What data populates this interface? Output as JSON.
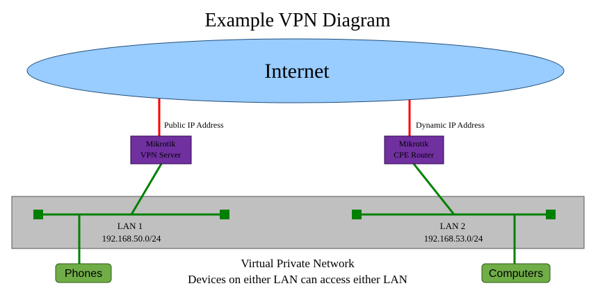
{
  "title": "Example VPN Diagram",
  "internet": {
    "label": "Internet",
    "fill": "#99ccff"
  },
  "links": {
    "public": {
      "label": "Public IP Address"
    },
    "dynamic": {
      "label": "Dynamic IP Address"
    },
    "wan_color": "#ff0000",
    "lan_color": "#008000"
  },
  "routers": {
    "server": {
      "line1": "Mikrotik",
      "line2": "VPN Server"
    },
    "cpe": {
      "line1": "Mikrotik",
      "line2": "CPE Router"
    },
    "fill": "#7030a0"
  },
  "vpn_box": {
    "fill": "#c0c0c0",
    "line1": "Virtual Private Network",
    "line2": "Devices on either LAN can access either LAN"
  },
  "lans": [
    {
      "name": "LAN 1",
      "subnet": "192.168.50.0/24"
    },
    {
      "name": "LAN 2",
      "subnet": "192.168.53.0/24"
    }
  ],
  "devices": {
    "phones": "Phones",
    "computers": "Computers",
    "fill": "#70ad47"
  }
}
